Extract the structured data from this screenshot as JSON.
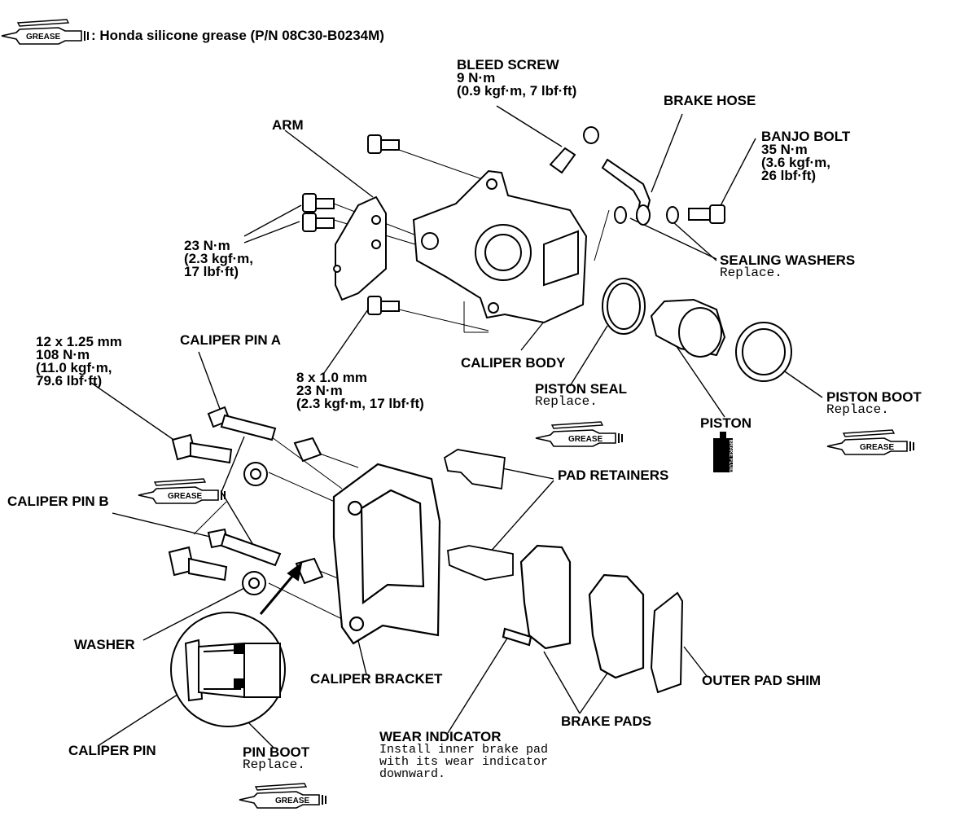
{
  "legend": {
    "icon_text": "GREASE",
    "text": ": Honda silicone grease (P/N 08C30-B0234M)"
  },
  "labels": {
    "bleed_screw": {
      "title": "BLEED SCREW",
      "l2": "9 N·m",
      "l3": "(0.9 kgf·m, 7 lbf·ft)"
    },
    "brake_hose": {
      "title": "BRAKE HOSE"
    },
    "banjo_bolt": {
      "title": "BANJO BOLT",
      "l2": "35 N·m",
      "l3": "(3.6 kgf·m,",
      "l4": "26 lbf·ft)"
    },
    "arm": {
      "title": "ARM"
    },
    "torque_23": {
      "l1": "23 N·m",
      "l2": "(2.3 kgf·m,",
      "l3": "17 lbf·ft)"
    },
    "sealing_washers": {
      "title": "SEALING WASHERS",
      "note": "Replace."
    },
    "caliper_body": {
      "title": "CALIPER BODY"
    },
    "piston_seal": {
      "title": "PISTON SEAL",
      "note": "Replace."
    },
    "piston": {
      "title": "PISTON"
    },
    "piston_boot": {
      "title": "PISTON BOOT",
      "note": "Replace."
    },
    "bolt_spec_12": {
      "l1": "12 x 1.25 mm",
      "l2": "108 N·m",
      "l3": "(11.0 kgf·m,",
      "l4": "79.6 lbf·ft)"
    },
    "caliper_pin_a": {
      "title": "CALIPER PIN A"
    },
    "bolt_spec_8": {
      "l1": "8 x 1.0 mm",
      "l2": "23 N·m",
      "l3": "(2.3 kgf·m, 17 lbf·ft)"
    },
    "pad_retainers": {
      "title": "PAD RETAINERS"
    },
    "caliper_pin_b": {
      "title": "CALIPER PIN B"
    },
    "washer": {
      "title": "WASHER"
    },
    "caliper_bracket": {
      "title": "CALIPER BRACKET"
    },
    "outer_pad_shim": {
      "title": "OUTER PAD SHIM"
    },
    "brake_pads": {
      "title": "BRAKE PADS"
    },
    "wear_indicator": {
      "title": "WEAR INDICATOR",
      "l2": "Install inner brake pad",
      "l3": "with its wear indicator",
      "l4": "downward."
    },
    "caliper_pin": {
      "title": "CALIPER PIN"
    },
    "pin_boot": {
      "title": "PIN BOOT",
      "note": "Replace."
    }
  },
  "brake_fluid_text": "BRAKE FLUID"
}
